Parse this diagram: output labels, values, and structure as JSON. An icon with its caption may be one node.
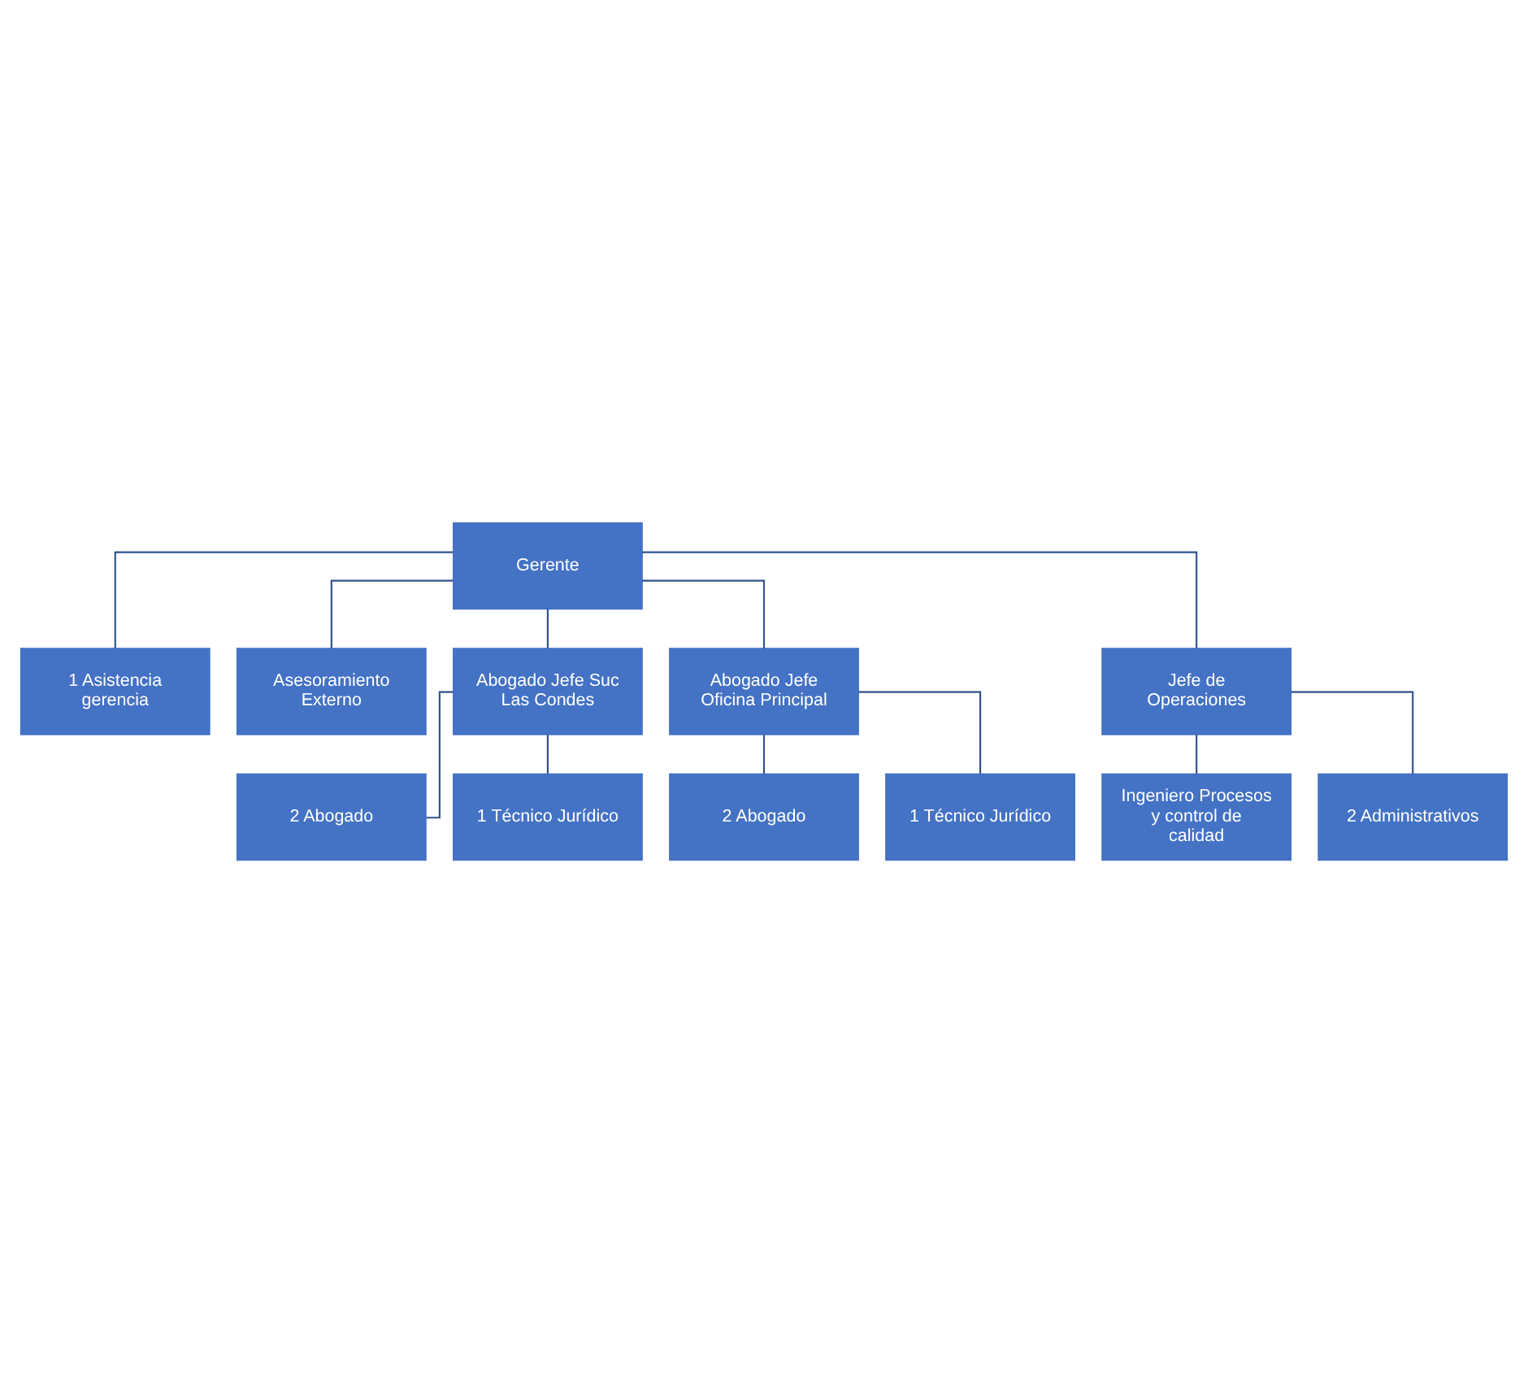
{
  "diagram": {
    "nodes": [
      {
        "text": [
          "Gerente"
        ]
      },
      {
        "text": [
          "1 Asistencia gerencia"
        ]
      },
      {
        "text": [
          "Asesoramiento Externo"
        ]
      },
      {
        "text": [
          "Abogado Jefe Suc Las Condes"
        ]
      },
      {
        "text": [
          "Abogado Jefe Oficina Principal"
        ]
      },
      {
        "text": [
          "Jefe de Operaciones"
        ]
      },
      {
        "text": [
          "2 Abogado"
        ]
      },
      {
        "text": [
          "1 Técnico Jurídico"
        ]
      },
      {
        "text": [
          "2 Abogado"
        ]
      },
      {
        "text": [
          "1 Técnico Jurídico"
        ]
      },
      {
        "text": [
          "Ingeniero Procesos y control de calidad"
        ]
      },
      {
        "text": [
          "2 Administrativos"
        ]
      }
    ],
    "edges": [
      {
        "from": 0,
        "to": 1,
        "arrow": "none"
      },
      {
        "from": 0,
        "to": 2,
        "arrow": "none"
      },
      {
        "from": 0,
        "to": 3,
        "arrow": "none"
      },
      {
        "from": 0,
        "to": 4,
        "arrow": "none"
      },
      {
        "from": 0,
        "to": 5,
        "arrow": "none"
      },
      {
        "from": 3,
        "to": 6,
        "arrow": "none"
      },
      {
        "from": 3,
        "to": 7,
        "arrow": "none"
      },
      {
        "from": 4,
        "to": 8,
        "arrow": "none"
      },
      {
        "from": 4,
        "to": 9,
        "arrow": "none"
      },
      {
        "from": 5,
        "to": 10,
        "arrow": "none"
      },
      {
        "from": 5,
        "to": 11,
        "arrow": "none"
      }
    ]
  }
}
